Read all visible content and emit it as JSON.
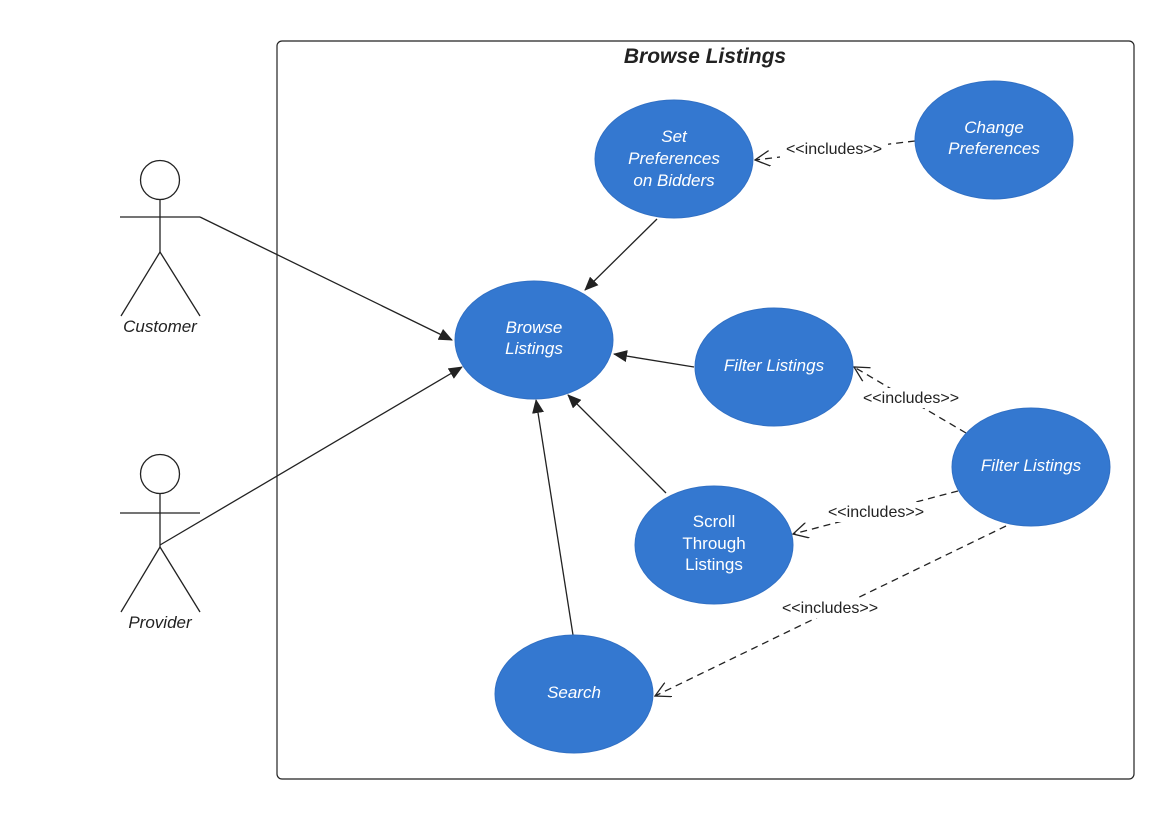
{
  "system": {
    "title": "Browse Listings"
  },
  "actors": {
    "customer": "Customer",
    "provider": "Provider"
  },
  "use_cases": {
    "set_preferences": [
      "Set",
      "Preferences",
      "on Bidders"
    ],
    "change_preferences": [
      "Change",
      "Preferences"
    ],
    "browse_listings": [
      "Browse",
      "Listings"
    ],
    "filter_listings": "Filter Listings",
    "filter_listings_ext": "Filter Listings",
    "scroll_through": [
      "Scroll",
      "Through",
      "Listings"
    ],
    "search": "Search"
  },
  "relations": {
    "includes_1": "<<includes>>",
    "includes_2": "<<includes>>",
    "includes_3": "<<includes>>",
    "includes_4": "<<includes>>"
  },
  "colors": {
    "use_case_fill": "#3478d0",
    "line": "#222222"
  }
}
